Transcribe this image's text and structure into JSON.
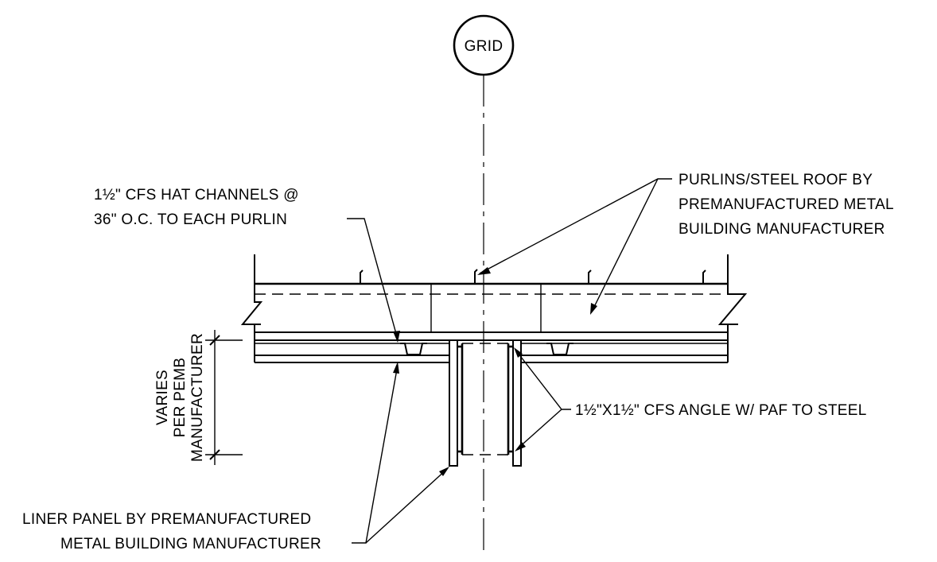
{
  "grid_bubble": {
    "label": "GRID"
  },
  "notes": {
    "hat_channels": {
      "line1": "1½\" CFS HAT CHANNELS @",
      "line2": "36\" O.C. TO EACH PURLIN"
    },
    "purlins": {
      "line1": "PURLINS/STEEL ROOF BY",
      "line2": "PREMANUFACTURED METAL",
      "line3": "BUILDING MANUFACTURER"
    },
    "angle": {
      "line1": "1½\"X1½\" CFS ANGLE W/ PAF TO STEEL"
    },
    "liner": {
      "line1": "LINER PANEL BY PREMANUFACTURED",
      "line2": "METAL BUILDING MANUFACTURER"
    },
    "dimension": {
      "line1": "VARIES",
      "line2": "PER PEMB",
      "line3": "MANUFACTURER"
    }
  }
}
